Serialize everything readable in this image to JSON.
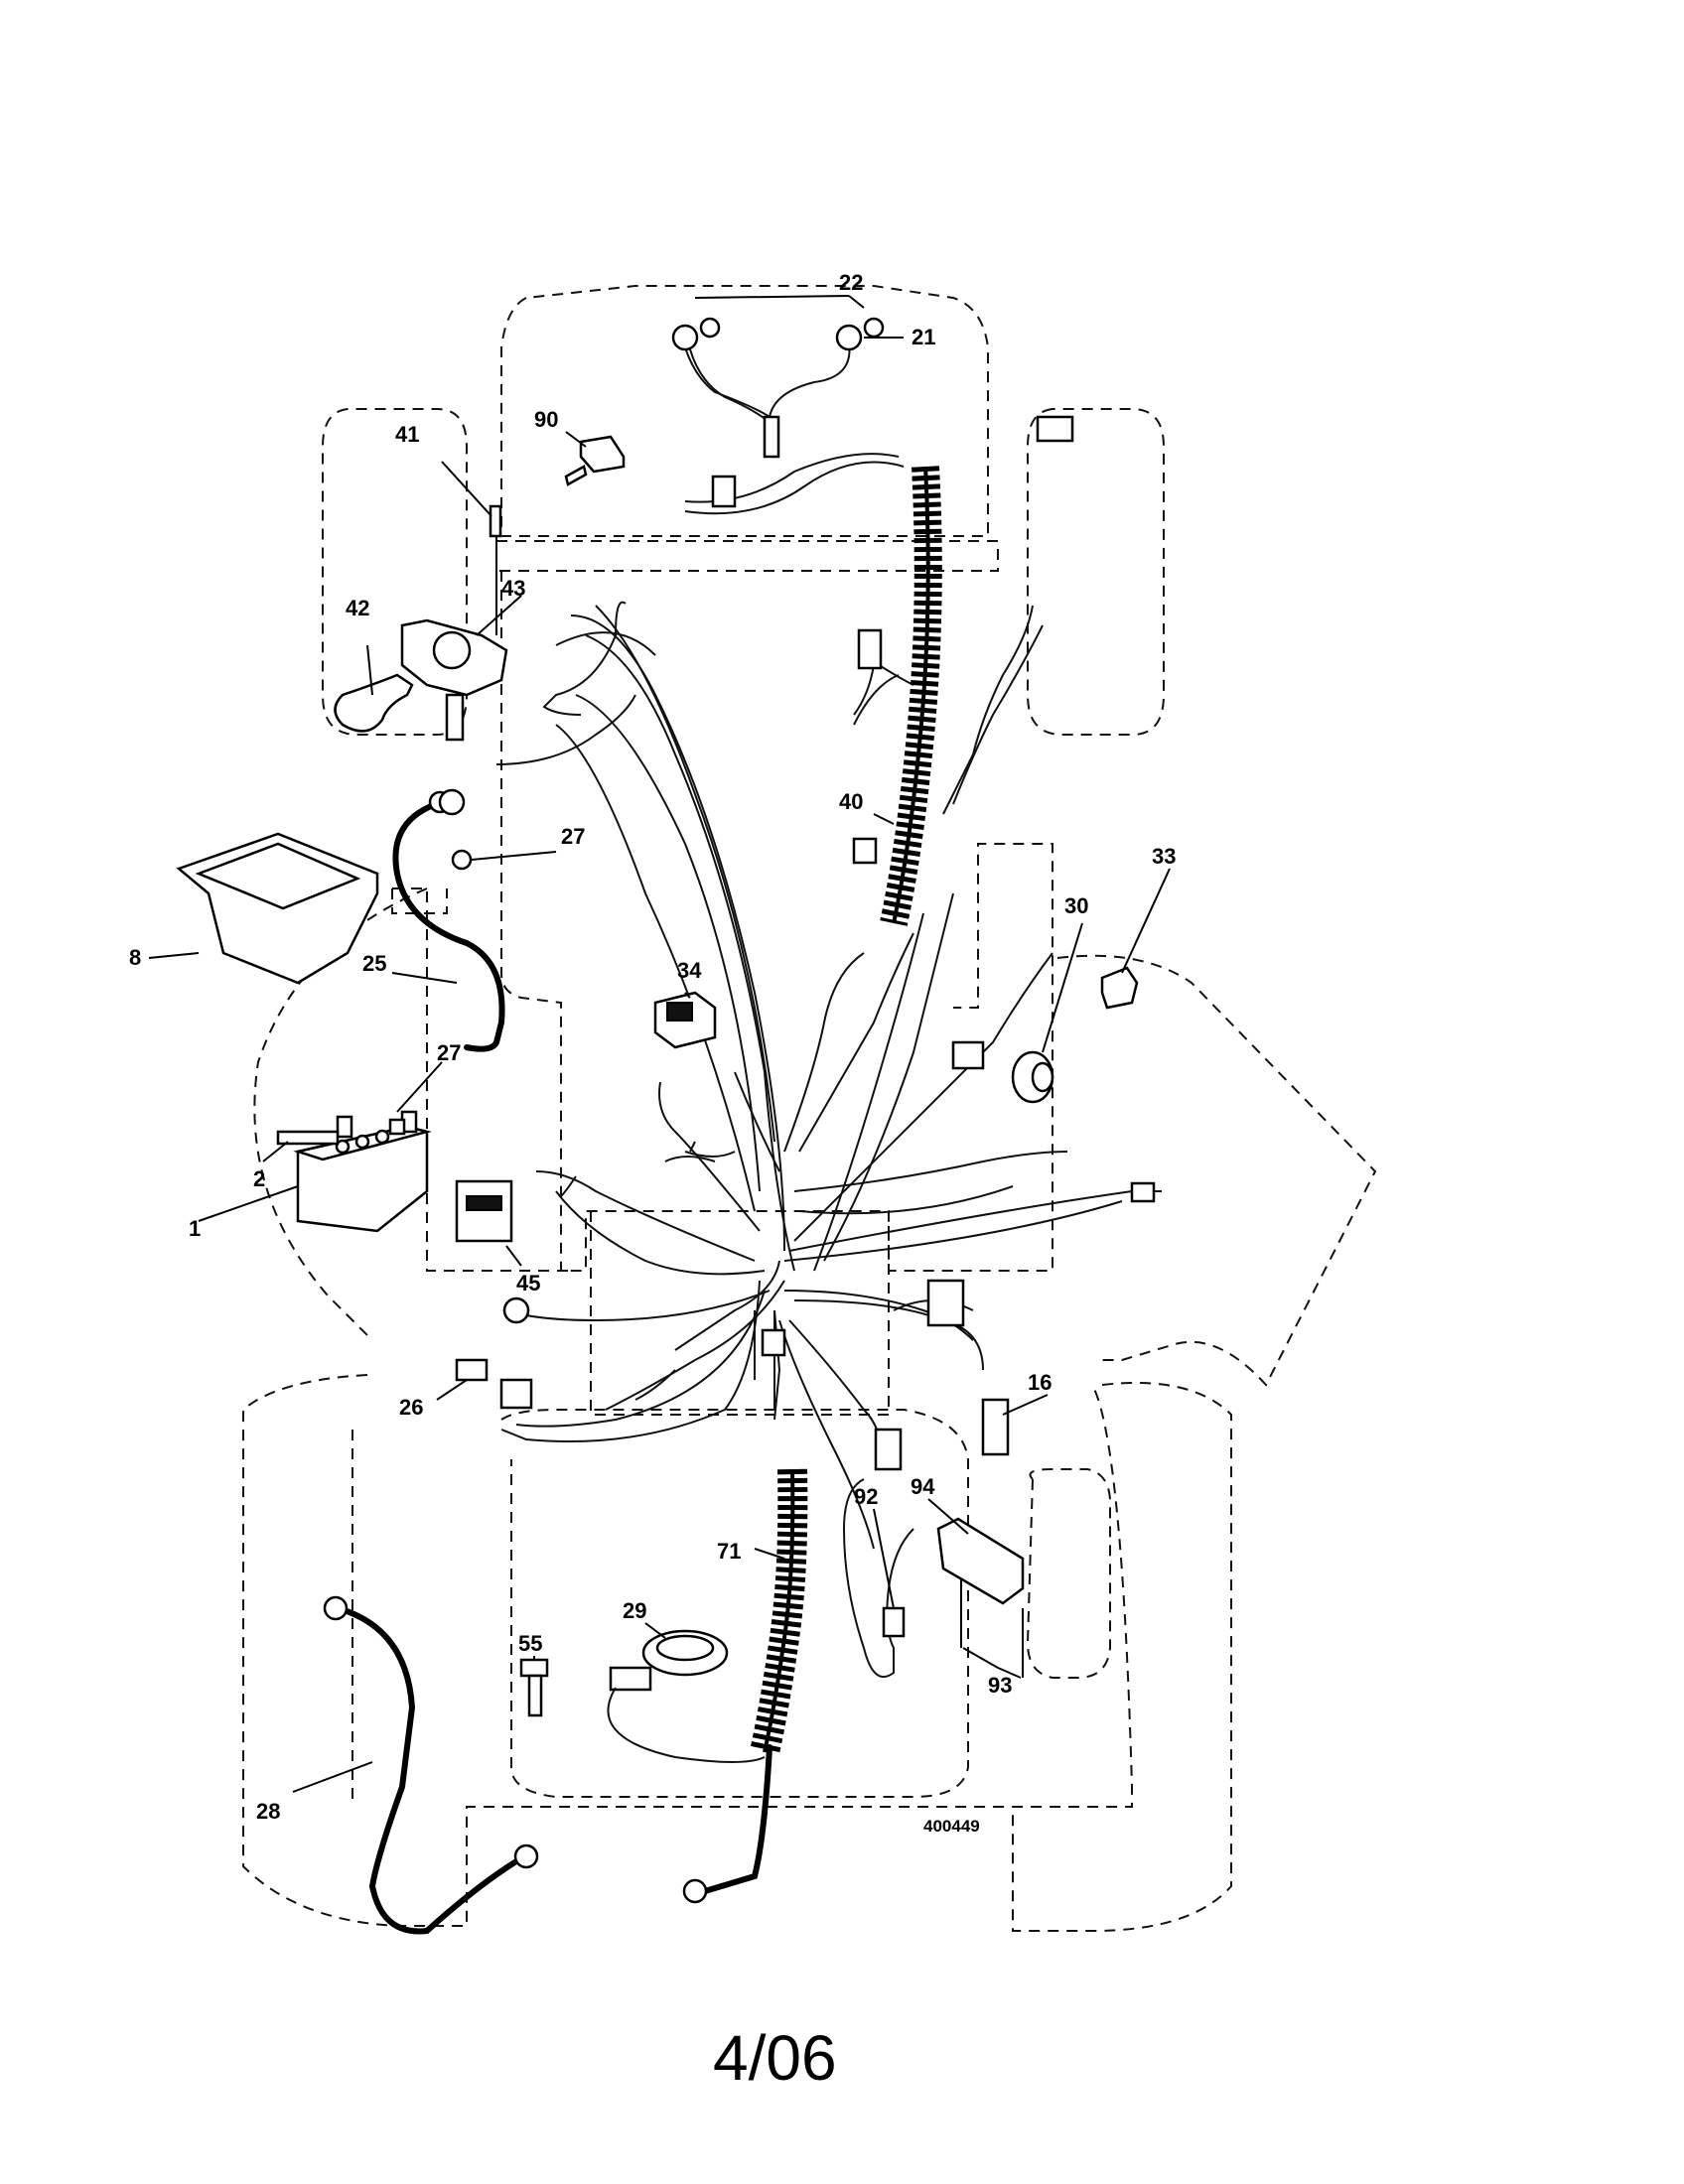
{
  "callouts": [
    {
      "id": "p22",
      "label": "22"
    },
    {
      "id": "p21",
      "label": "21"
    },
    {
      "id": "p90",
      "label": "90"
    },
    {
      "id": "p41",
      "label": "41"
    },
    {
      "id": "p42",
      "label": "42"
    },
    {
      "id": "p43",
      "label": "43"
    },
    {
      "id": "p40",
      "label": "40"
    },
    {
      "id": "p27a",
      "label": "27"
    },
    {
      "id": "p33",
      "label": "33"
    },
    {
      "id": "p30",
      "label": "30"
    },
    {
      "id": "p8",
      "label": "8"
    },
    {
      "id": "p25",
      "label": "25"
    },
    {
      "id": "p34",
      "label": "34"
    },
    {
      "id": "p27b",
      "label": "27"
    },
    {
      "id": "p2",
      "label": "2"
    },
    {
      "id": "p1",
      "label": "1"
    },
    {
      "id": "p45",
      "label": "45"
    },
    {
      "id": "p16",
      "label": "16"
    },
    {
      "id": "p26",
      "label": "26"
    },
    {
      "id": "p92",
      "label": "92"
    },
    {
      "id": "p94",
      "label": "94"
    },
    {
      "id": "p71",
      "label": "71"
    },
    {
      "id": "p29",
      "label": "29"
    },
    {
      "id": "p55",
      "label": "55"
    },
    {
      "id": "p93",
      "label": "93"
    },
    {
      "id": "p28",
      "label": "28"
    }
  ],
  "drawing_number": "400449",
  "page_date": "4/06"
}
